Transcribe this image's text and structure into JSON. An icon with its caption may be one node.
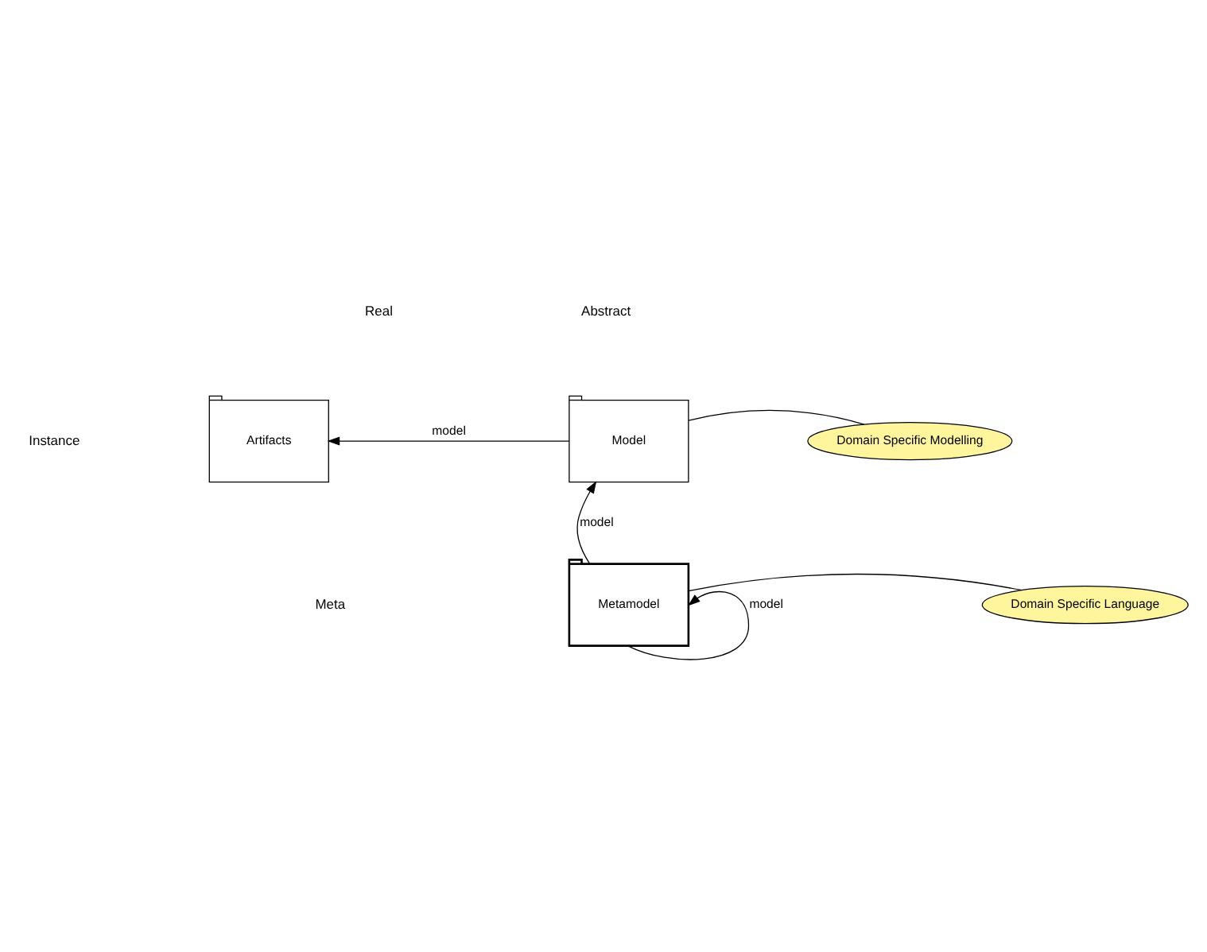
{
  "diagram": {
    "nodes": [
      {
        "text": [
          "Artifacts"
        ]
      },
      {
        "text": [
          "Model"
        ]
      },
      {
        "text": [
          "Metamodel"
        ]
      },
      {
        "text": [
          "Domain Specific Modelling"
        ]
      },
      {
        "text": [
          "Domain Specific Language"
        ]
      }
    ],
    "edges": [
      {
        "from": 1,
        "to": 0,
        "arrow": "to",
        "label": "model"
      },
      {
        "from": 2,
        "to": 1,
        "arrow": "to",
        "label": "model"
      },
      {
        "from": 2,
        "to": 2,
        "arrow": "to",
        "label": "model"
      },
      {
        "from": 3,
        "to": 1,
        "arrow": "none"
      },
      {
        "from": 4,
        "to": 2,
        "arrow": "none"
      }
    ],
    "labels": [
      "Real",
      "Abstract",
      "Instance",
      "Meta"
    ]
  }
}
